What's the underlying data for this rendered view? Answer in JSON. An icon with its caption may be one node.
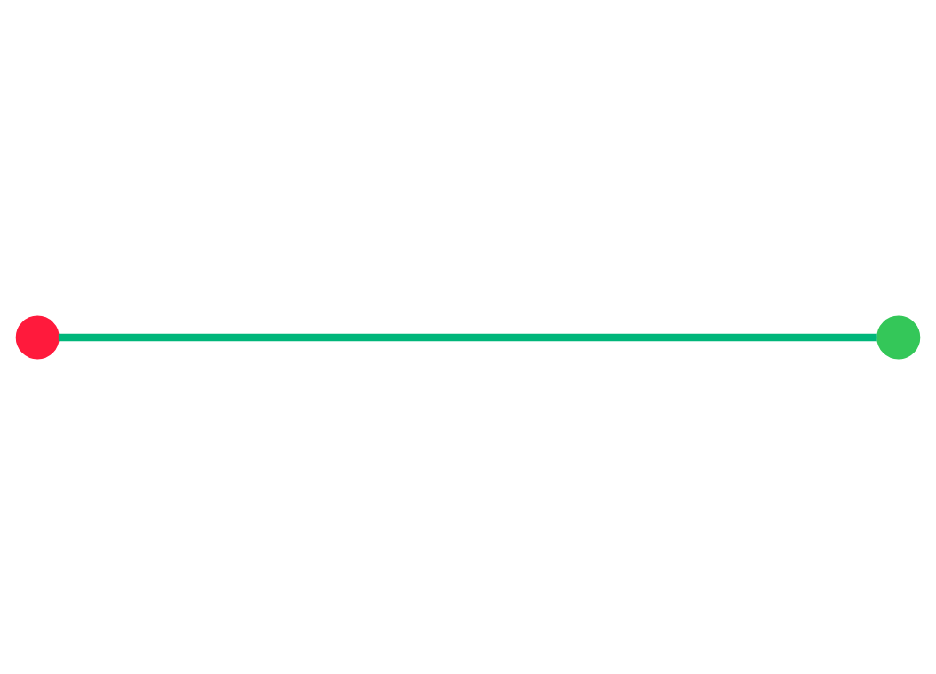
{
  "diagram": {
    "nodes": [
      {
        "text": [],
        "shape": "circle"
      },
      {
        "text": [],
        "shape": "circle"
      }
    ],
    "edges": [
      {
        "from": 1,
        "to": 0,
        "arrow": "none"
      }
    ]
  }
}
